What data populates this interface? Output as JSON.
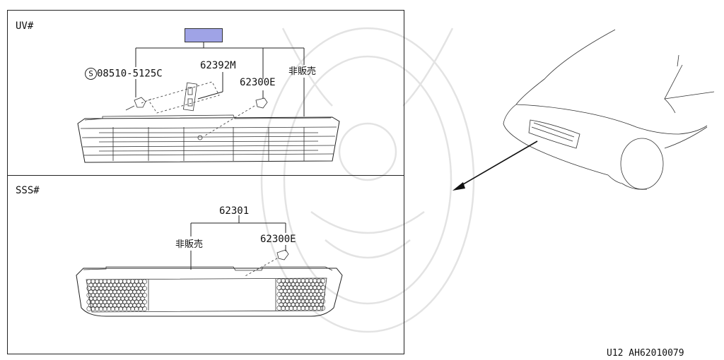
{
  "panels": {
    "upper": {
      "variant": "UV#",
      "parts": {
        "screw": "08510-5125C",
        "screw_marker": "S",
        "grille_bracket": "62392M",
        "clip": "62300E",
        "not_for_sale": "非販売"
      }
    },
    "lower": {
      "variant": "SSS#",
      "parts": {
        "grille": "62301",
        "not_for_sale": "非販売",
        "clip": "62300E"
      }
    }
  },
  "figure_code": "U12   AH62010079"
}
